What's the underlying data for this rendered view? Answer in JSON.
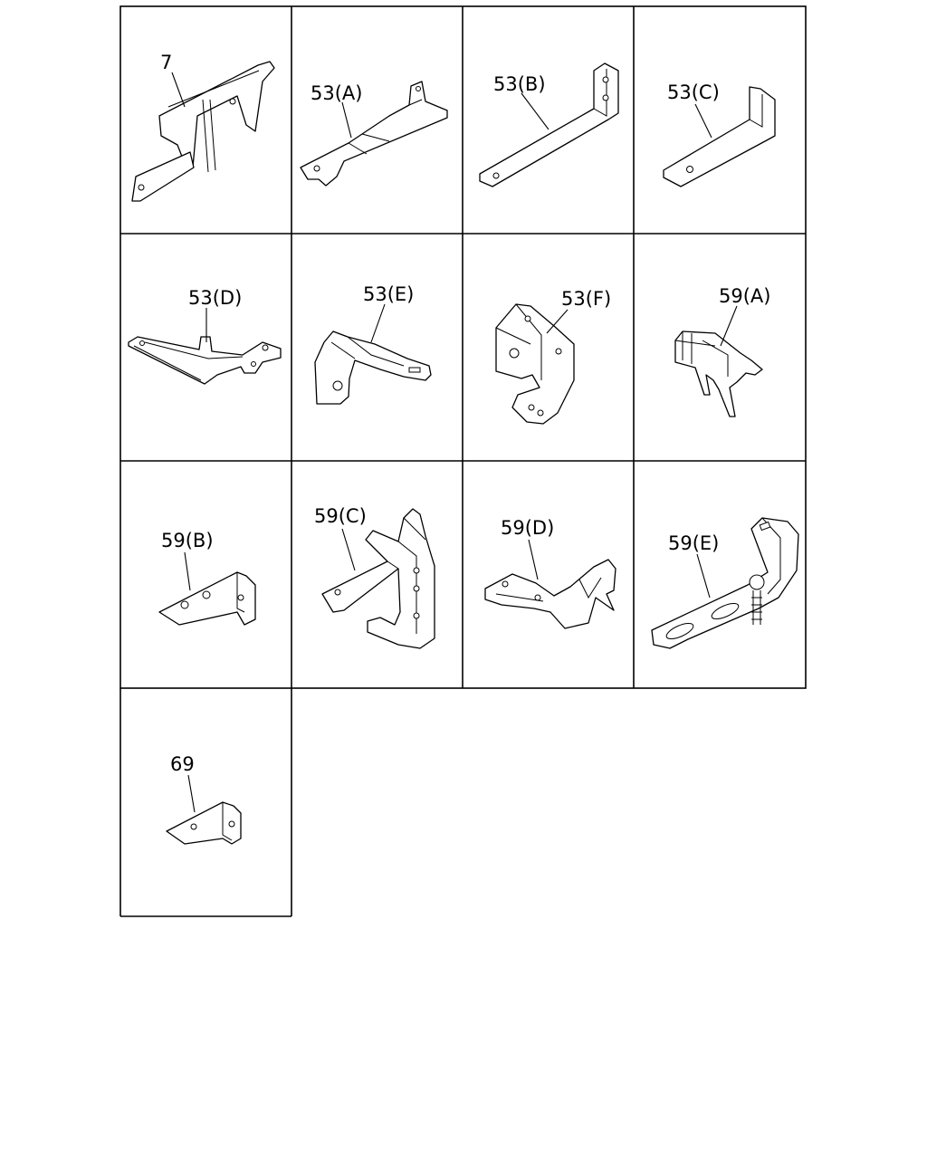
{
  "labels": {
    "p7": "7",
    "p53A": "53(A)",
    "p53B": "53(B)",
    "p53C": "53(C)",
    "p53D": "53(D)",
    "p53E": "53(E)",
    "p53F": "53(F)",
    "p59A": "59(A)",
    "p59B": "59(B)",
    "p59C": "59(C)",
    "p59D": "59(D)",
    "p59E": "59(E)",
    "p69": "69"
  }
}
